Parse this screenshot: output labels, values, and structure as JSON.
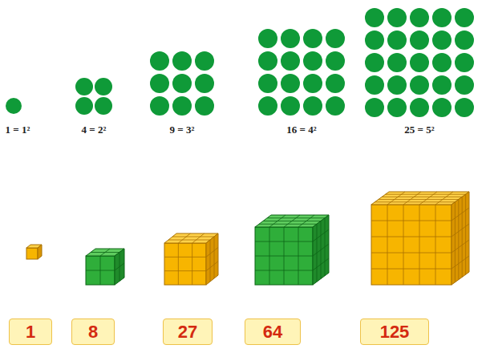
{
  "diagram": {
    "nodes": [
      {
        "text": [
          "1"
        ]
      },
      {
        "text": [
          "8"
        ]
      },
      {
        "text": [
          "27"
        ]
      },
      {
        "text": [
          "64"
        ]
      },
      {
        "text": [
          "125"
        ]
      }
    ],
    "labels": [
      "1 = 1²",
      "4 = 2²",
      "9 = 3²",
      "16 = 4²",
      "25 = 5²"
    ]
  }
}
